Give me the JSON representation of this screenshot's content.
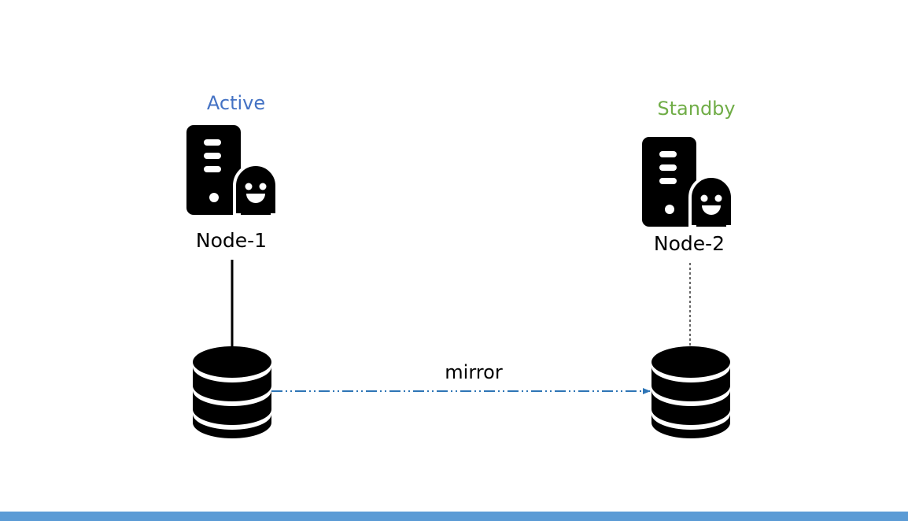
{
  "colors": {
    "active": "#4472c4",
    "standby": "#70ad47",
    "mirror_line": "#2e75b6",
    "bottom_bar": "#5b9bd5",
    "icon": "#000000"
  },
  "nodes": [
    {
      "state_label": "Active",
      "name": "Node-1",
      "icon": "server-icon",
      "link_style": "solid"
    },
    {
      "state_label": "Standby",
      "name": "Node-2",
      "icon": "server-icon",
      "link_style": "dashed"
    }
  ],
  "databases": [
    {
      "icon": "database-icon"
    },
    {
      "icon": "database-icon"
    }
  ],
  "replication": {
    "label": "mirror",
    "line_style": "dash-dot-dot",
    "direction": "node-1-db to node-2-db"
  }
}
